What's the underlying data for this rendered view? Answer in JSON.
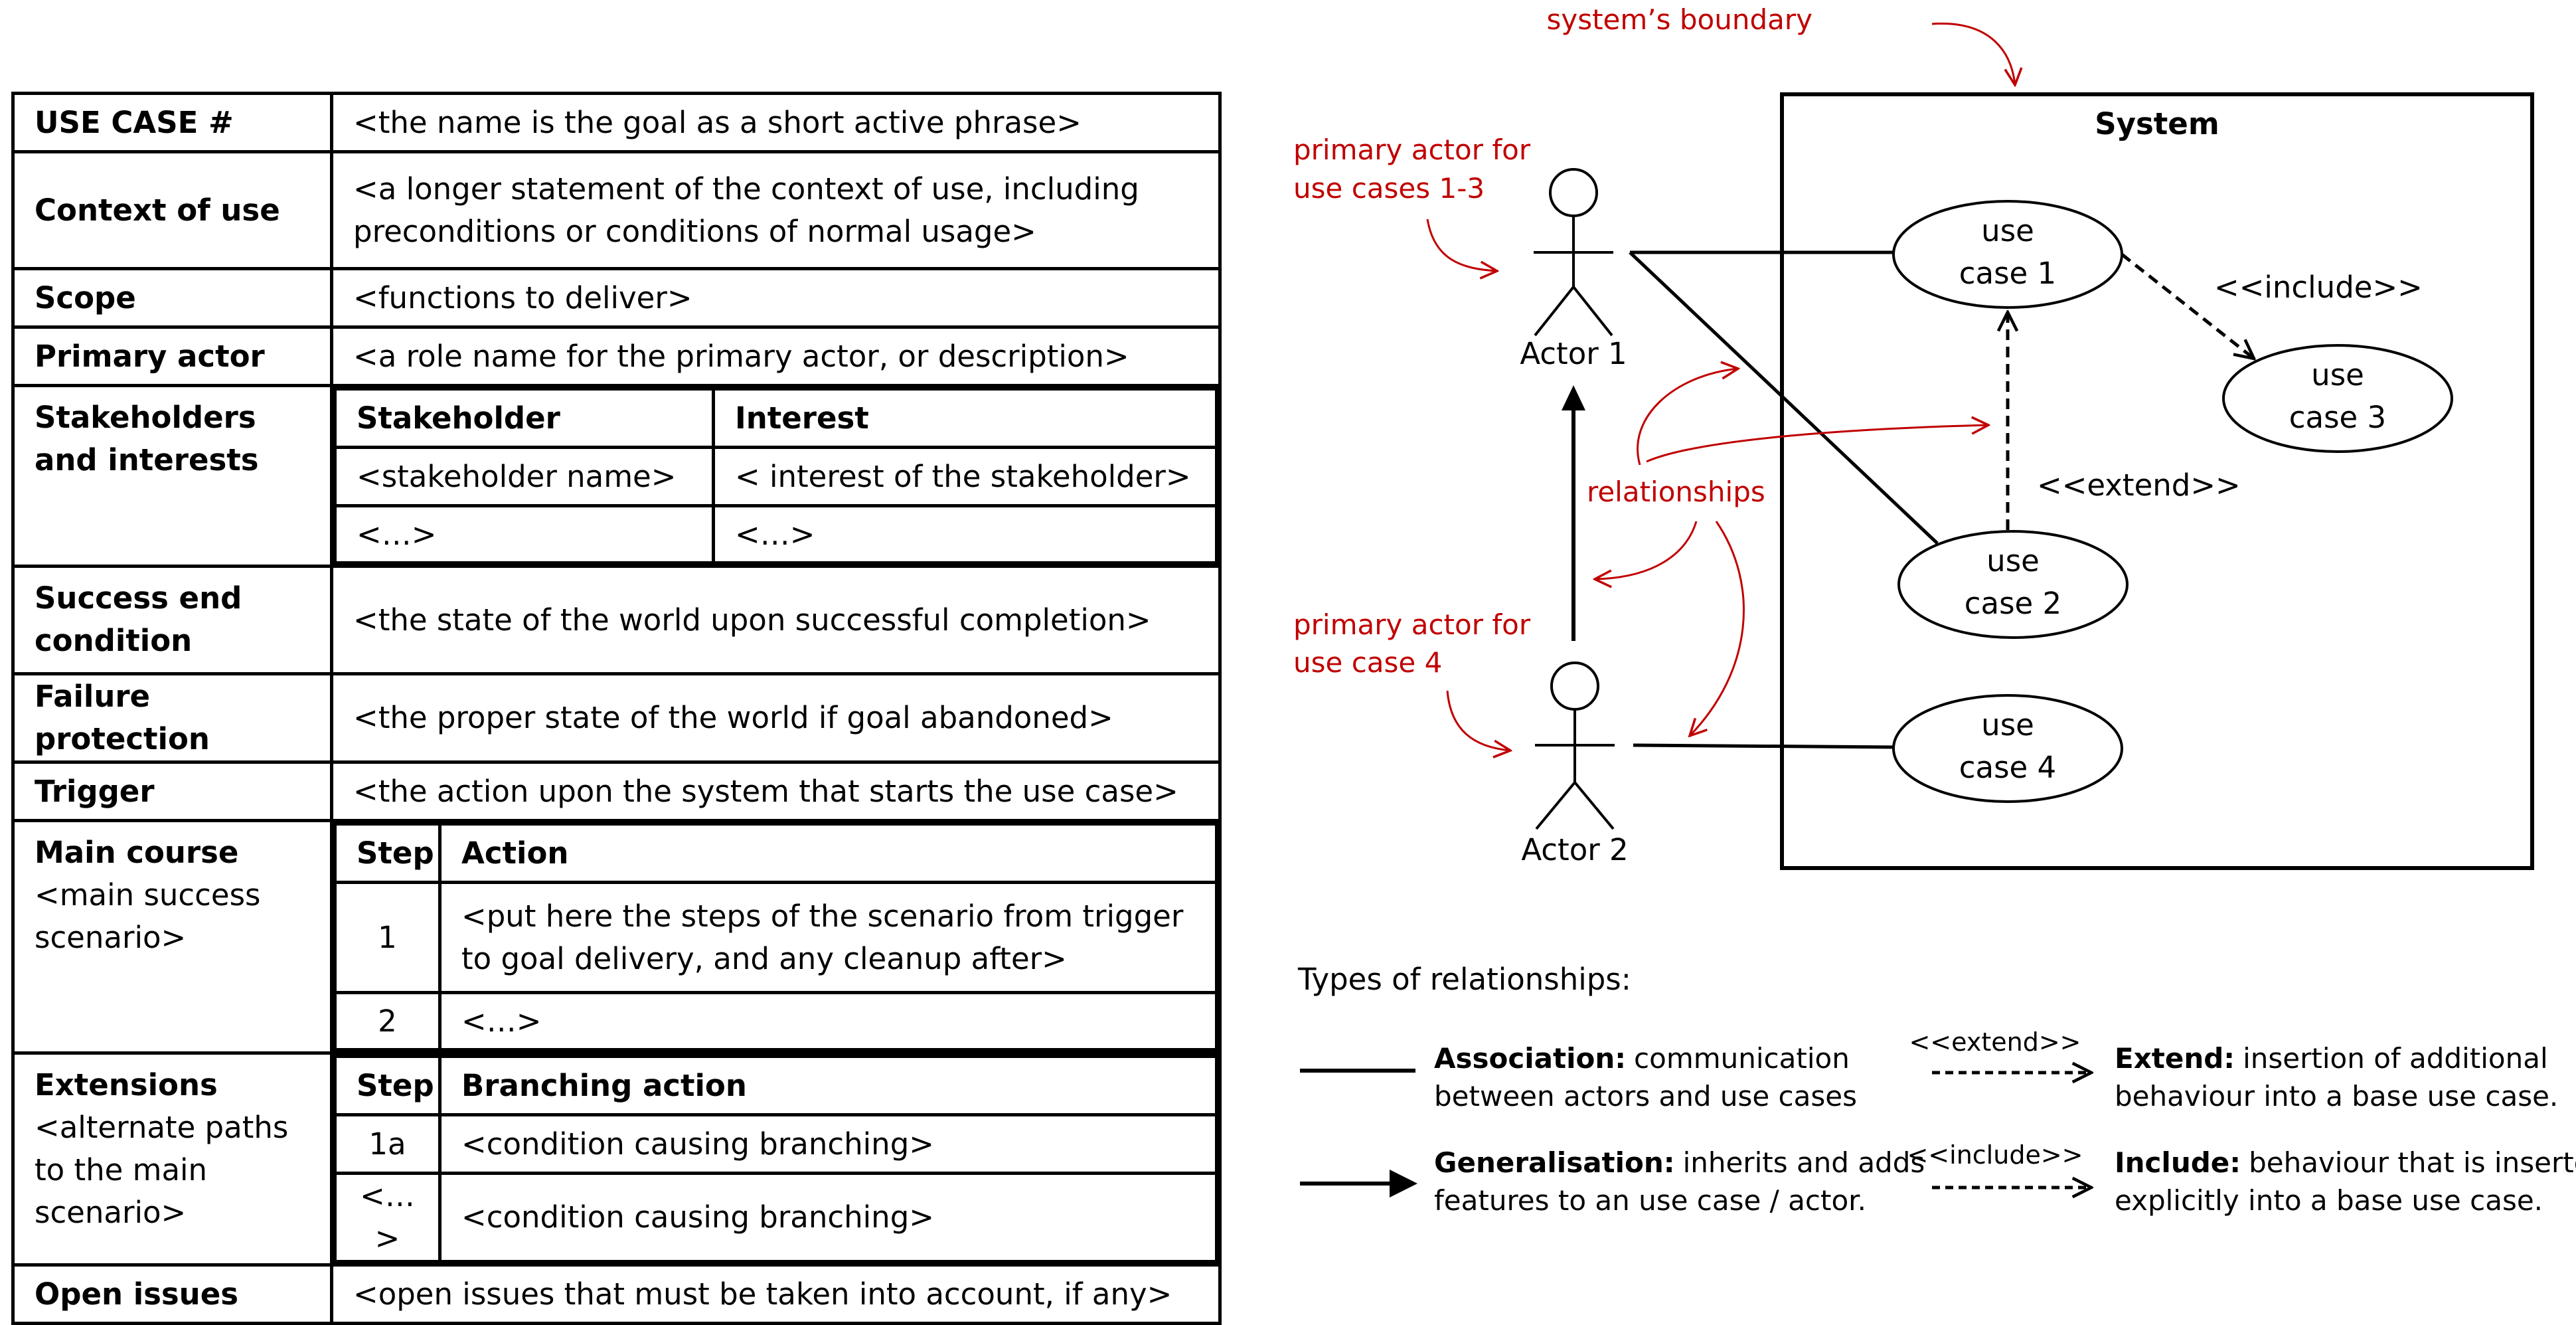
{
  "template": {
    "use_case_label": "USE CASE #",
    "use_case_value": "<the name is the goal as a short active phrase>",
    "context_label": "Context of use",
    "context_value": "<a longer statement of the context of use, including preconditions or conditions of normal usage>",
    "scope_label": "Scope",
    "scope_value": "<functions to deliver>",
    "primary_actor_label": "Primary actor",
    "primary_actor_value": "<a role name for the primary actor, or description>",
    "stakeholders_label": "Stakeholders and interests",
    "stakeholders_header": [
      "Stakeholder",
      "Interest"
    ],
    "stakeholders_rows": [
      [
        "<stakeholder name>",
        "< interest of the stakeholder>"
      ],
      [
        "<…>",
        "<…>"
      ]
    ],
    "success_label": "Success end condition",
    "success_value": "<the state of the world upon successful completion>",
    "failure_label": "Failure protection",
    "failure_value": "<the proper state of the world if goal abandoned>",
    "trigger_label": "Trigger",
    "trigger_value": "<the action upon the system that starts the use case>",
    "main_course_label": "Main course",
    "main_course_sub": "<main success scenario>",
    "main_course_header": [
      "Step",
      "Action"
    ],
    "main_course_rows": [
      [
        "1",
        "<put here the steps of the scenario from trigger to goal delivery, and any cleanup after>"
      ],
      [
        "2",
        "<…>"
      ]
    ],
    "extensions_label": "Extensions",
    "extensions_sub": "<alternate paths to the main scenario>",
    "extensions_header": [
      "Step",
      "Branching action"
    ],
    "extensions_rows": [
      [
        "1a",
        "<condition causing branching>"
      ],
      [
        "<…>",
        "<condition causing branching>"
      ]
    ],
    "open_issues_label": "Open issues",
    "open_issues_value": "<open issues that must be taken into account, if any>"
  },
  "diagram": {
    "boundary_annotation": "system’s boundary",
    "system_label": "System",
    "actor1_label": "Actor 1",
    "actor2_label": "Actor 2",
    "primary_actor_1_note": [
      "primary actor for",
      "use cases 1-3"
    ],
    "primary_actor_4_note": [
      "primary actor for",
      "use case 4"
    ],
    "relationships_note": "relationships",
    "use_cases": [
      [
        "use",
        "case 1"
      ],
      [
        "use",
        "case 2"
      ],
      [
        "use",
        "case 3"
      ],
      [
        "use",
        "case 4"
      ]
    ],
    "include_label": "<<include>>",
    "extend_label": "<<extend>>",
    "annotation_color": "#c00000"
  },
  "legend": {
    "title": "Types of relationships:",
    "association_name": "Association:",
    "association_desc": [
      "communication",
      "between actors and use cases"
    ],
    "generalisation_name": "Generalisation:",
    "generalisation_desc": [
      "inherits and adds",
      "features to an use case / actor."
    ],
    "extend_tag": "<<extend>>",
    "extend_name": "Extend:",
    "extend_desc": [
      "insertion of additional",
      "behaviour into a base use case."
    ],
    "include_tag": "<<include>>",
    "include_name": "Include:",
    "include_desc": [
      "behaviour that is inserted",
      "explicitly into a base use case."
    ]
  }
}
